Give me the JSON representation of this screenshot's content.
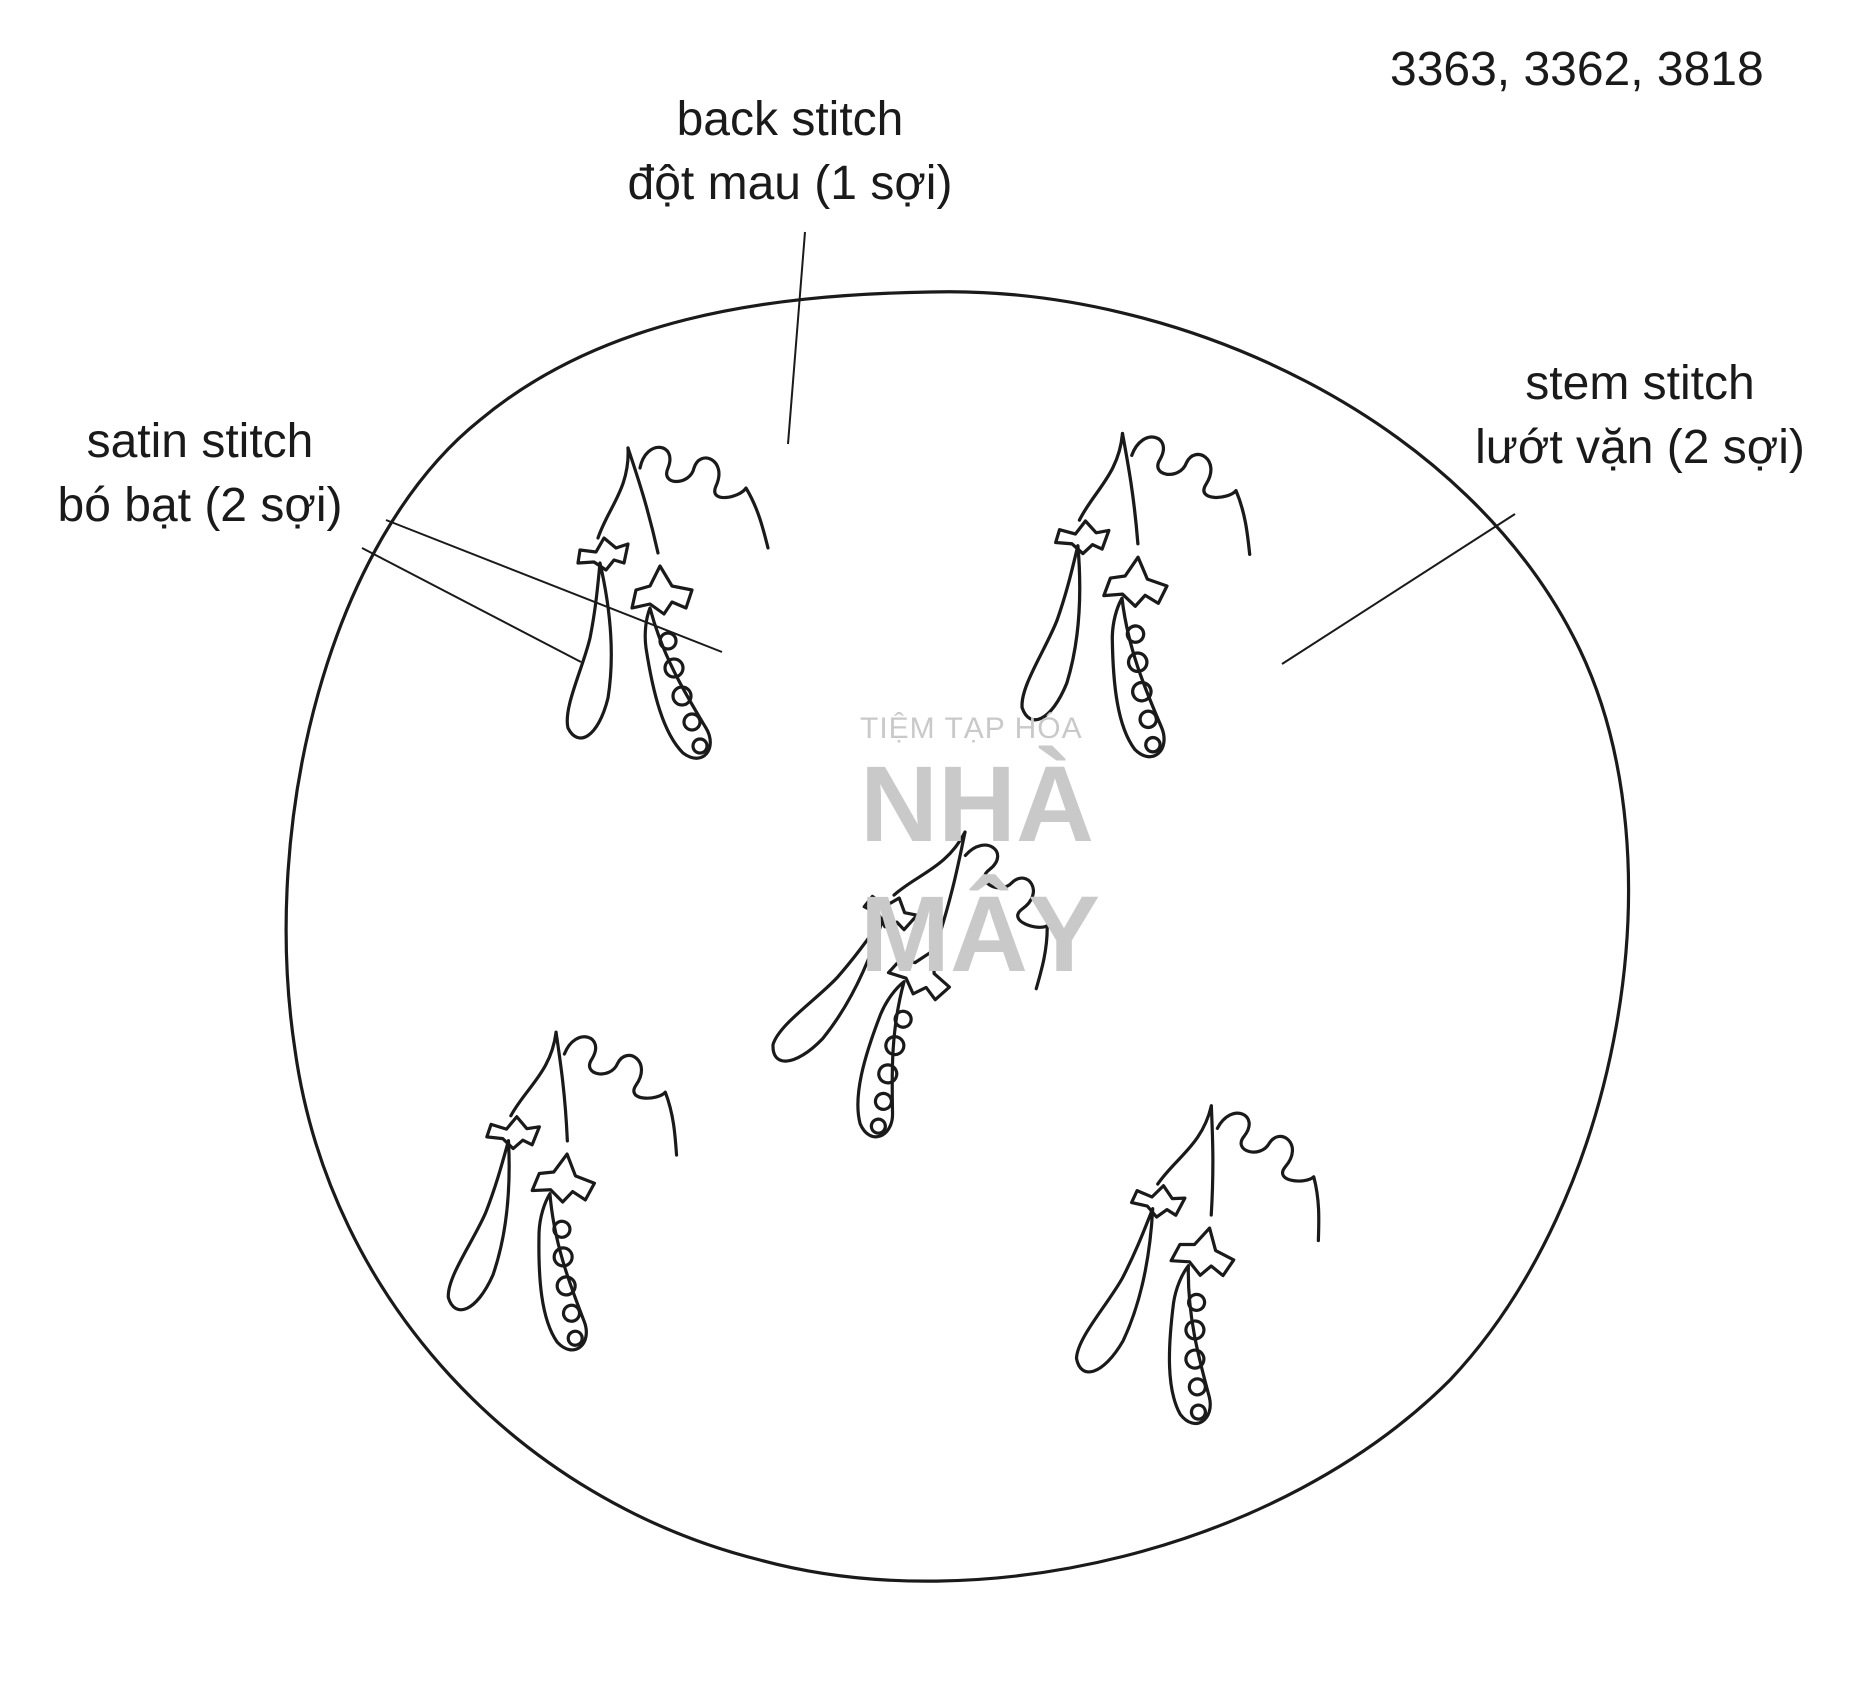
{
  "thread_colors": "3363, 3362, 3818",
  "callouts": {
    "back_stitch": {
      "en": "back stitch",
      "vi": "đột mau (1 sợi)"
    },
    "satin_stitch": {
      "en": "satin stitch",
      "vi": "bó bạt (2 sợi)"
    },
    "stem_stitch": {
      "en": "stem stitch",
      "vi": "lướt vặn (2 sợi)"
    }
  },
  "watermark": {
    "line1": "TIỆM TẠP HÓA",
    "line2": "NHÀ",
    "line3": "MÂY"
  },
  "colors": {
    "ink": "#1a1a1a",
    "watermark": "#c9c9c9",
    "background": "#ffffff"
  }
}
